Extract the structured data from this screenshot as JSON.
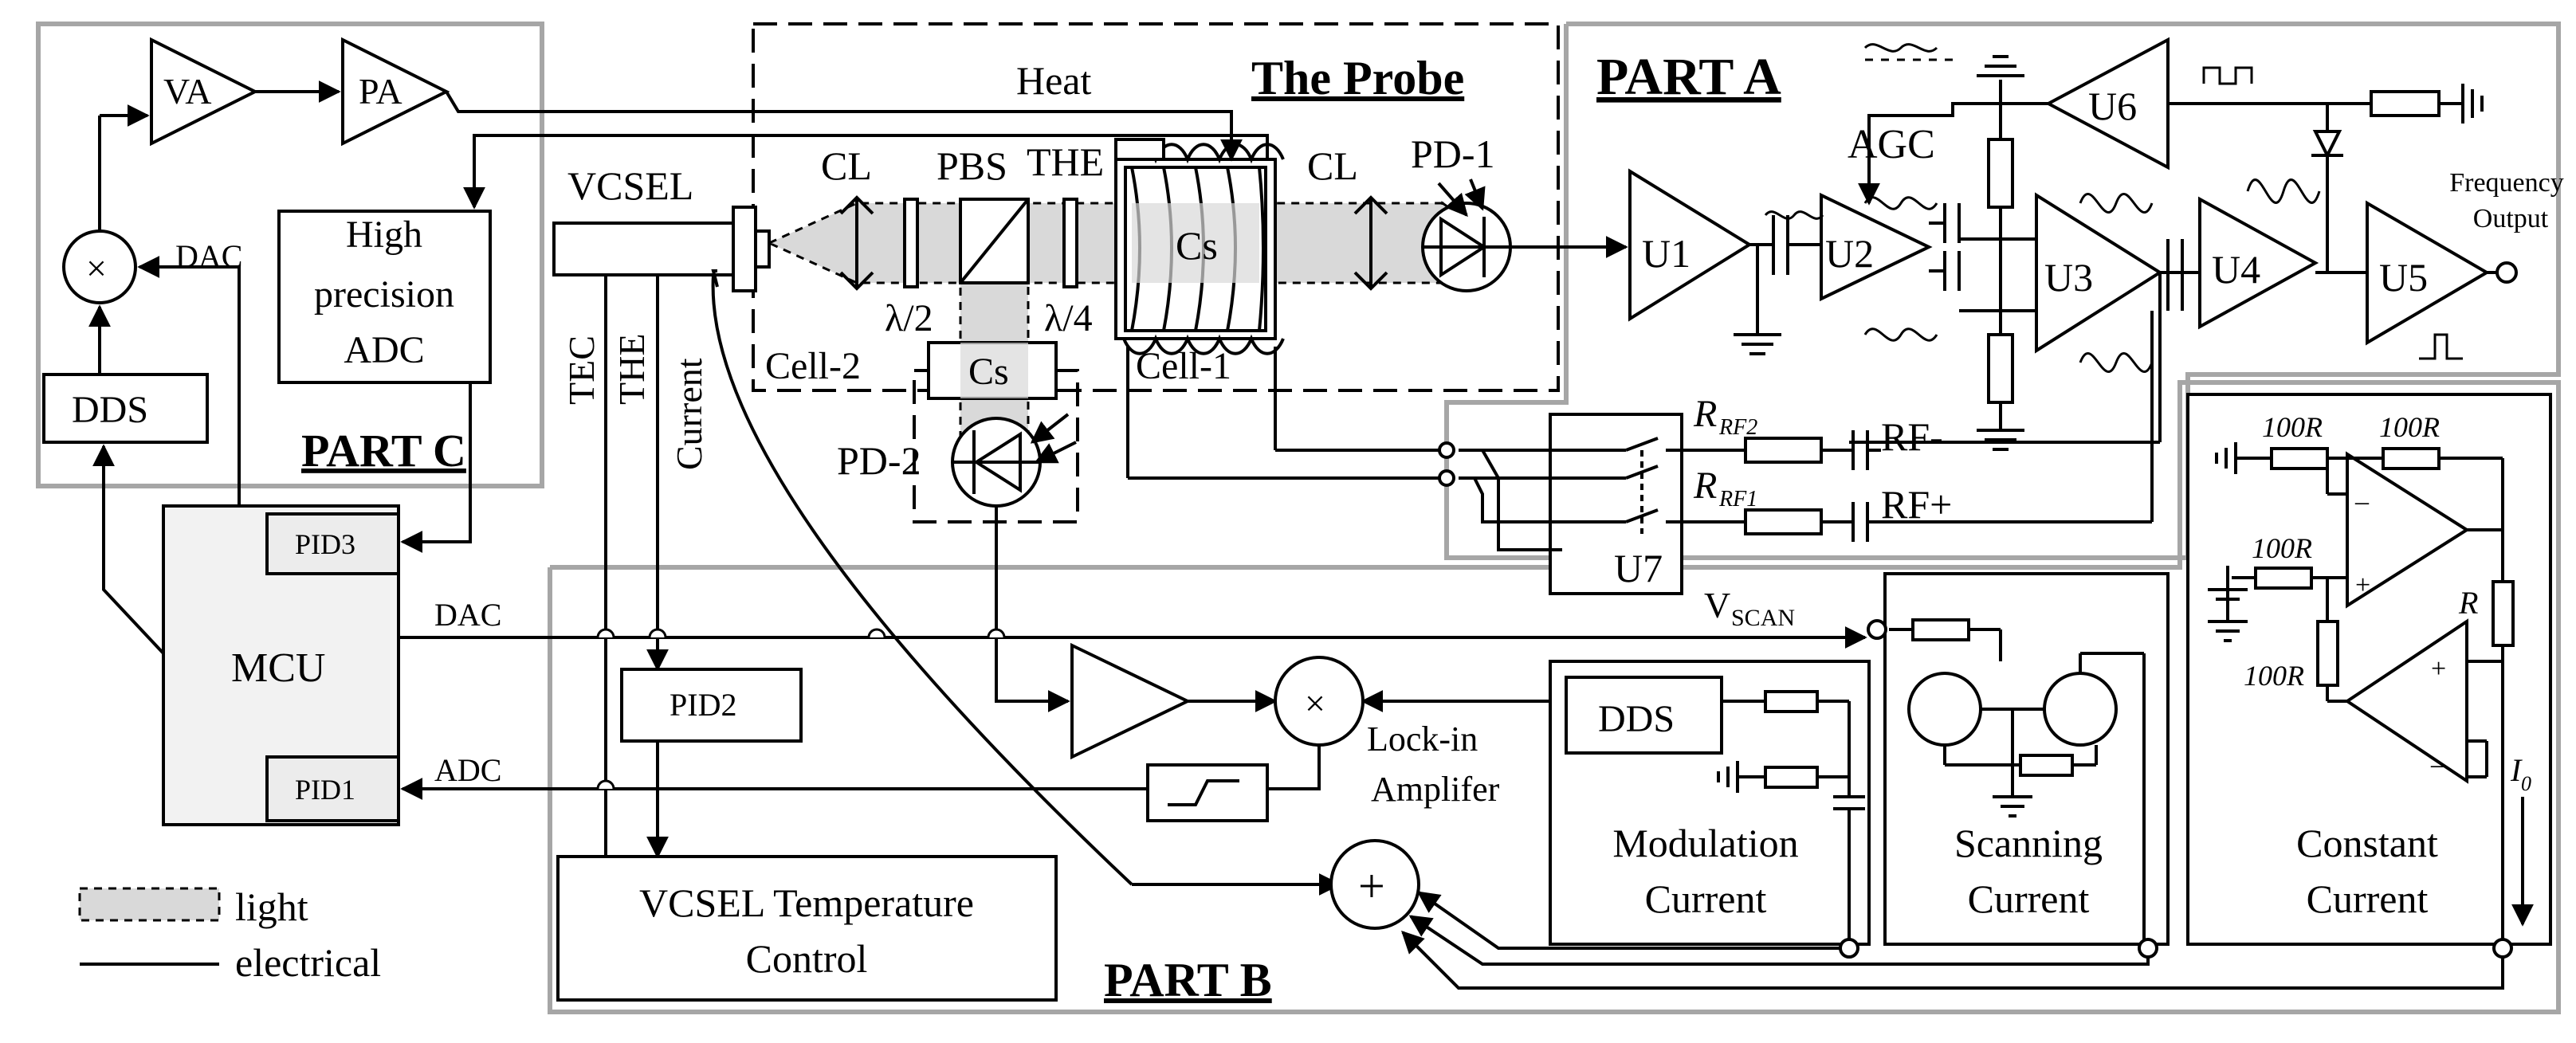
{
  "parts": {
    "part_a": "PART A",
    "part_b": "PART B",
    "part_c": "PART C",
    "probe": "The Probe"
  },
  "part_c": {
    "va": "VA",
    "pa": "PA",
    "multiplier": "×",
    "dac": "DAC",
    "dds": "DDS",
    "adc_line1": "High",
    "adc_line2": "precision",
    "adc_line3": "ADC"
  },
  "mcu": {
    "label": "MCU",
    "pid3": "PID3",
    "pid1": "PID1",
    "dac": "DAC",
    "adc": "ADC"
  },
  "probe": {
    "heat": "Heat",
    "vcsel": "VCSEL",
    "cl_left": "CL",
    "pbs": "PBS",
    "the": "THE",
    "cl_right": "CL",
    "pd1": "PD-1",
    "lambda2": "λ/2",
    "lambda4": "λ/4",
    "cs_main": "Cs",
    "cs_small": "Cs",
    "cell1": "Cell-1",
    "cell2": "Cell-2",
    "pd2": "PD-2"
  },
  "wires": {
    "tec": "TEC",
    "the": "THE",
    "current": "Current"
  },
  "part_a": {
    "u1": "U1",
    "u2": "U2",
    "u3": "U3",
    "u4": "U4",
    "u5": "U5",
    "u6": "U6",
    "u7": "U7",
    "agc": "AGC",
    "freq_line1": "Frequency",
    "freq_line2": "Output",
    "rf_minus": "RF-",
    "rf_plus": "RF+",
    "r_rf2": "R",
    "r_rf2_sub": "RF2",
    "r_rf1": "R",
    "r_rf1_sub": "RF1"
  },
  "part_b": {
    "pid2": "PID2",
    "multiplier": "×",
    "lockin_line1": "Lock-in",
    "lockin_line2": "Amplifer",
    "dds": "DDS",
    "mod_line1": "Modulation",
    "mod_line2": "Current",
    "scan_line1": "Scanning",
    "scan_line2": "Current",
    "vscan": "V",
    "vscan_sub": "SCAN",
    "temp_line1": "VCSEL Temperature",
    "temp_line2": "Control",
    "plus": "+"
  },
  "constant_current": {
    "r1": "100R",
    "r2": "100R",
    "r3": "100R",
    "r4": "100R",
    "r": "R",
    "i0": "I",
    "i0_sub": "0",
    "line1": "Constant",
    "line2": "Current"
  },
  "legend": {
    "light": "light",
    "electrical": "electrical"
  },
  "colors": {
    "light_fill": "#d9d9d9",
    "section_border": "#a6a6a6",
    "mcu_fill": "#f2f2f2",
    "stroke": "#000000"
  }
}
